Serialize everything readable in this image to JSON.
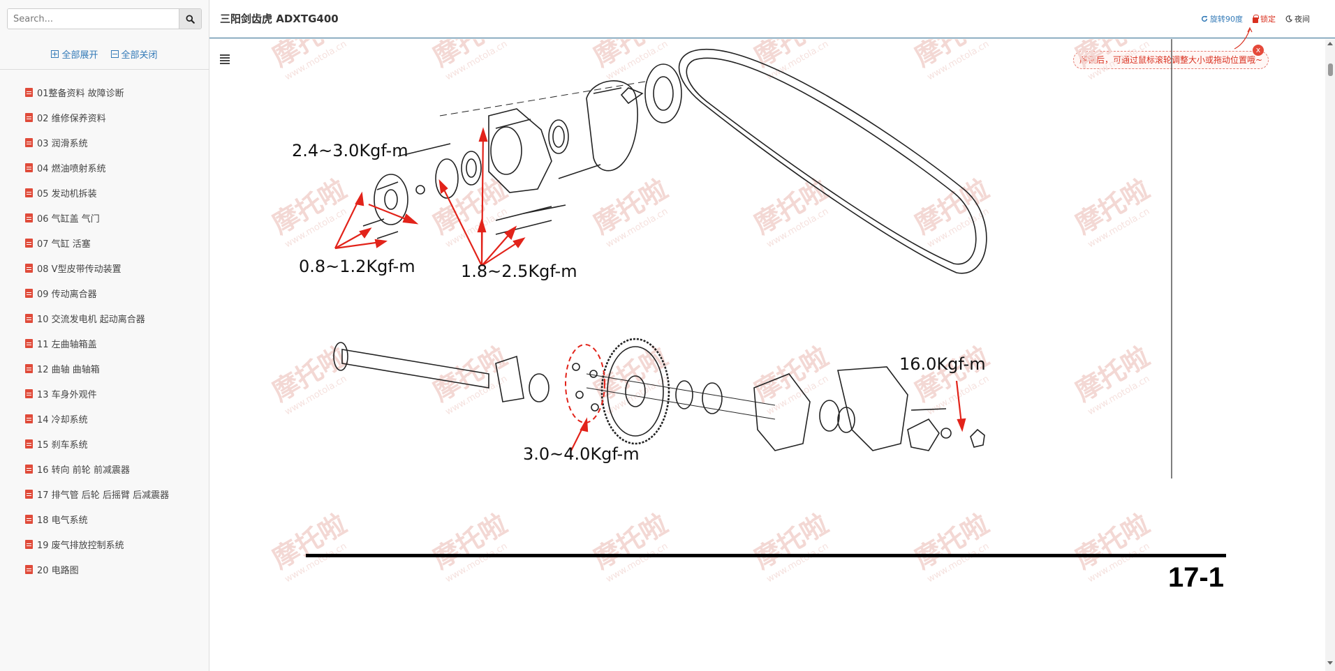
{
  "sidebar": {
    "search_placeholder": "Search...",
    "expand_all": "全部展开",
    "collapse_all": "全部关闭",
    "items": [
      "01整备资料 故障诊断",
      "02 维修保养资料",
      "03 润滑系统",
      "04 燃油喷射系统",
      "05 发动机拆装",
      "06 气缸盖 气门",
      "07 气缸 活塞",
      "08 V型皮带传动装置",
      "09 传动离合器",
      "10 交流发电机 起动离合器",
      "11 左曲轴箱盖",
      "12 曲轴 曲轴箱",
      "13 车身外观件",
      "14 冷却系统",
      "15 刹车系统",
      "16 转向 前轮 前减震器",
      "17 排气管 后轮 后摇臂 后减震器",
      "18 电气系统",
      "19 废气排放控制系统",
      "20 电路图"
    ]
  },
  "header": {
    "title": "三阳剑齿虎 ADXTG400",
    "rotate_label": "旋转90度",
    "lock_label": "锁定",
    "night_label": "夜间"
  },
  "tip": {
    "text": "解锁后，可通过鼠标滚轮调整大小或拖动位置哦~",
    "close": "x"
  },
  "diagram": {
    "torque_labels": {
      "t1": "2.4~3.0Kgf-m",
      "t2": "0.8~1.2Kgf-m",
      "t3": "1.8~2.5Kgf-m",
      "t4": "16.0Kgf-m",
      "t5": "3.0~4.0Kgf-m"
    },
    "page_number": "17-1"
  },
  "watermark": {
    "text": "摩托啦",
    "url": "www.motola.cn"
  },
  "colors": {
    "accent": "#337ab7",
    "lock_red": "#d9301f",
    "arrow_red": "#e2231a"
  }
}
